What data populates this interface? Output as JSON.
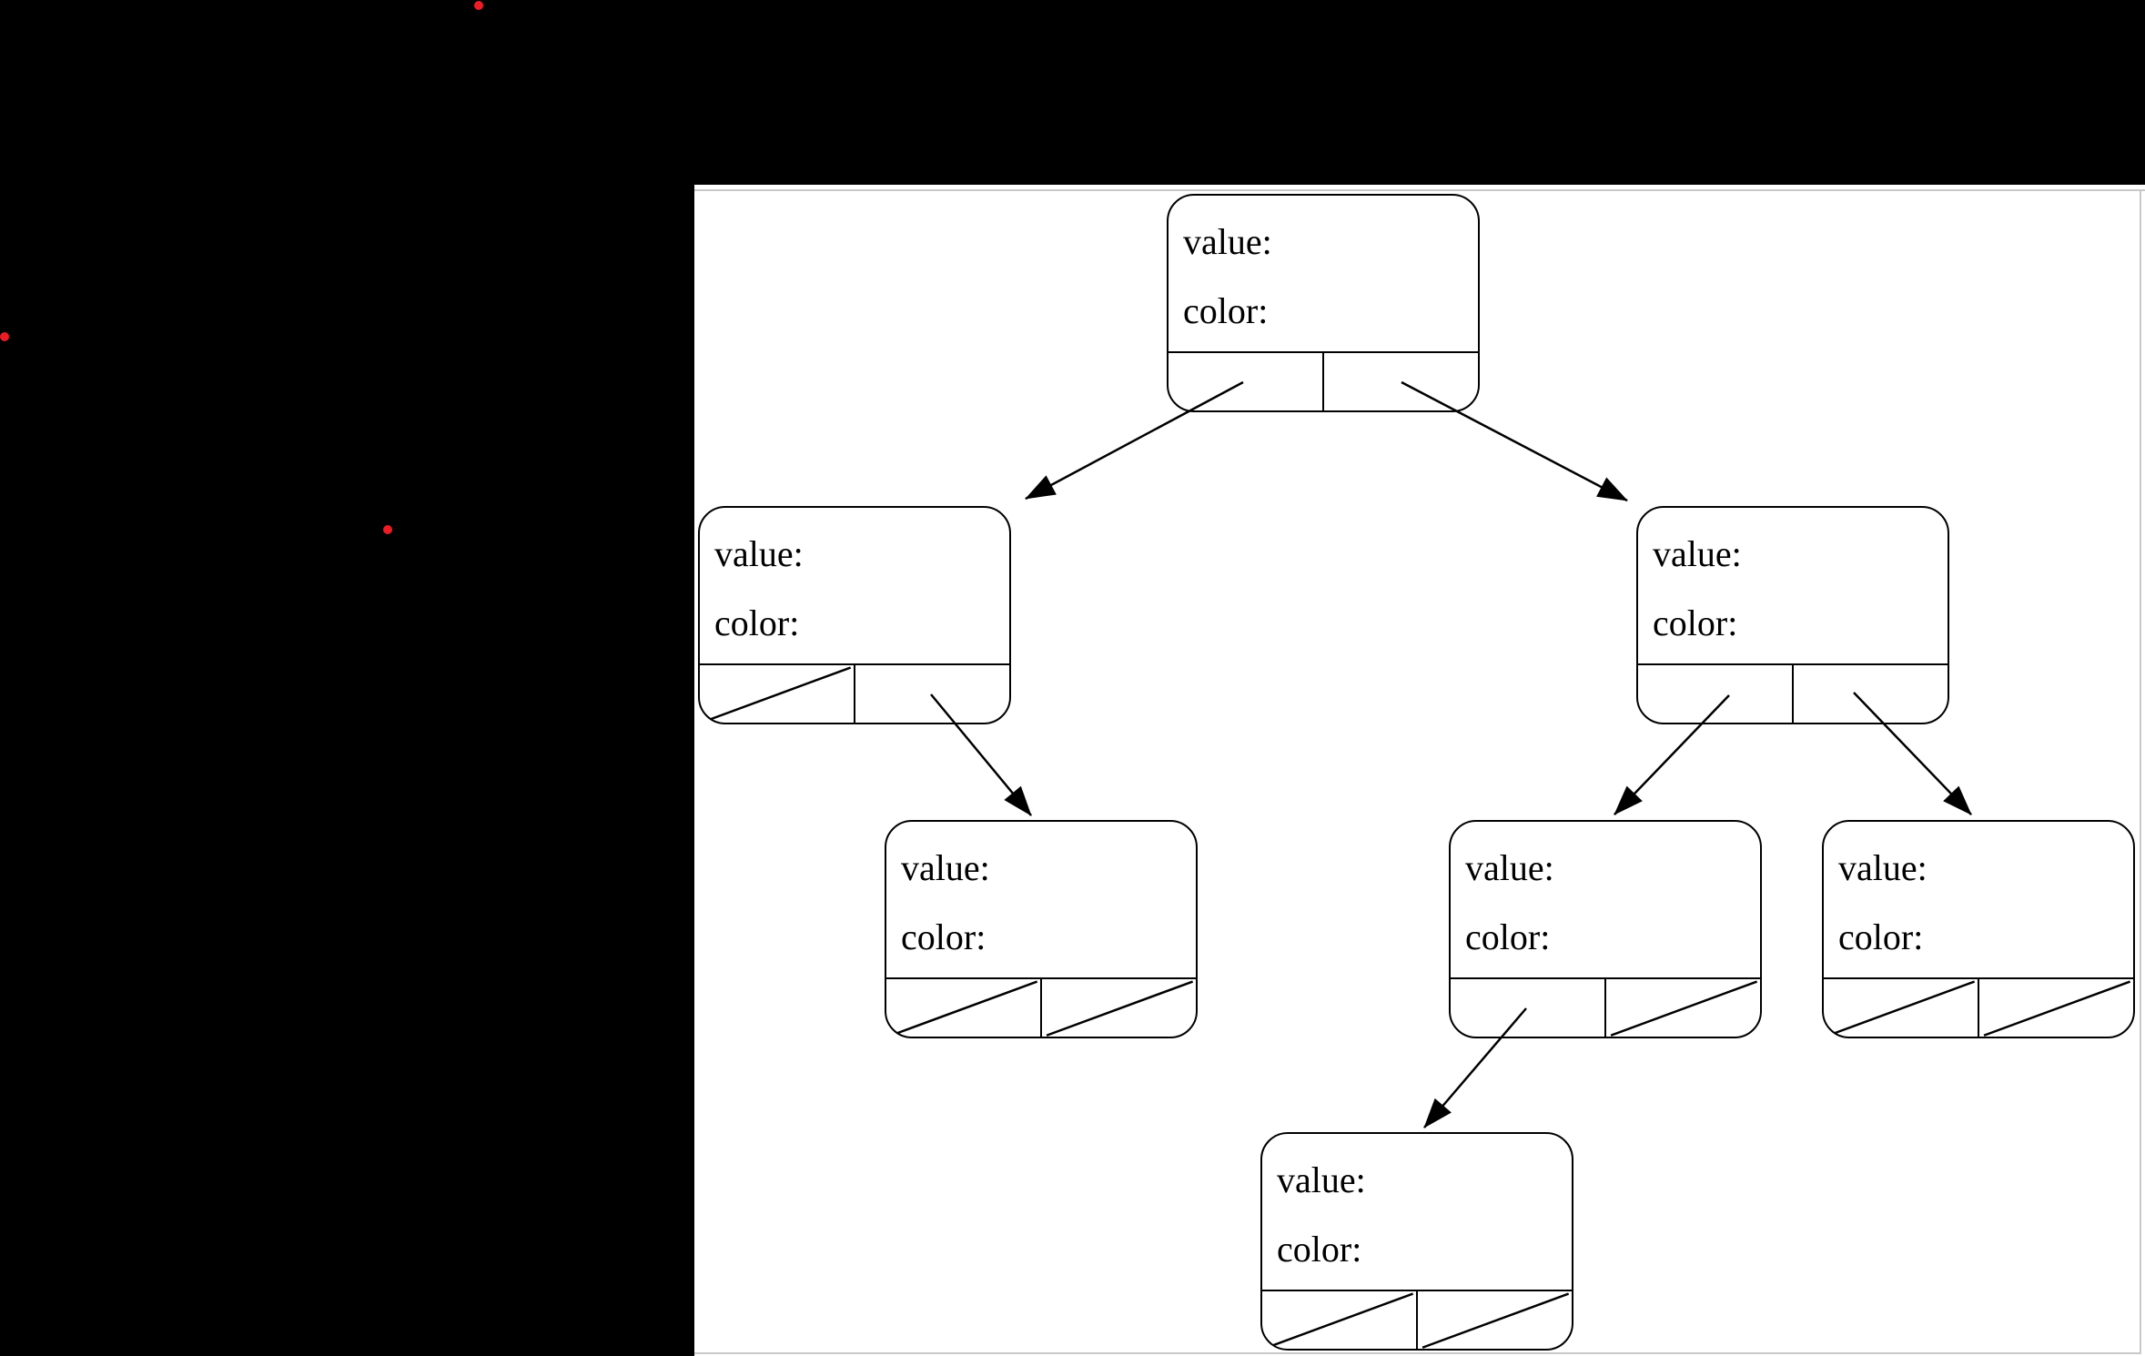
{
  "page": {
    "background_color": "#000000"
  },
  "markers": {
    "dot_color": "#ed1c24",
    "dot_count": 3
  },
  "panel": {
    "background_color": "#ffffff",
    "border_color": "#c9c9c9"
  },
  "diagram": {
    "type": "binary-tree-node-diagram",
    "field_labels": [
      "value:",
      "color:"
    ],
    "nodes": [
      {
        "id": "root",
        "value_label": "value:",
        "color_label": "color:",
        "left_child": "left",
        "right_child": "right"
      },
      {
        "id": "left",
        "value_label": "value:",
        "color_label": "color:",
        "left_child": null,
        "right_child": "left-right"
      },
      {
        "id": "right",
        "value_label": "value:",
        "color_label": "color:",
        "left_child": "right-left",
        "right_child": "right-right"
      },
      {
        "id": "left-right",
        "value_label": "value:",
        "color_label": "color:",
        "left_child": null,
        "right_child": null
      },
      {
        "id": "right-left",
        "value_label": "value:",
        "color_label": "color:",
        "left_child": "right-left-left",
        "right_child": null
      },
      {
        "id": "right-right",
        "value_label": "value:",
        "color_label": "color:",
        "left_child": null,
        "right_child": null
      },
      {
        "id": "right-left-left",
        "value_label": "value:",
        "color_label": "color:",
        "left_child": null,
        "right_child": null
      }
    ],
    "edges": [
      {
        "from": "root",
        "via": "left-pointer",
        "to": "left"
      },
      {
        "from": "root",
        "via": "right-pointer",
        "to": "right"
      },
      {
        "from": "left",
        "via": "right-pointer",
        "to": "left-right"
      },
      {
        "from": "right",
        "via": "left-pointer",
        "to": "right-left"
      },
      {
        "from": "right",
        "via": "right-pointer",
        "to": "right-right"
      },
      {
        "from": "right-left",
        "via": "left-pointer",
        "to": "right-left-left"
      }
    ]
  }
}
